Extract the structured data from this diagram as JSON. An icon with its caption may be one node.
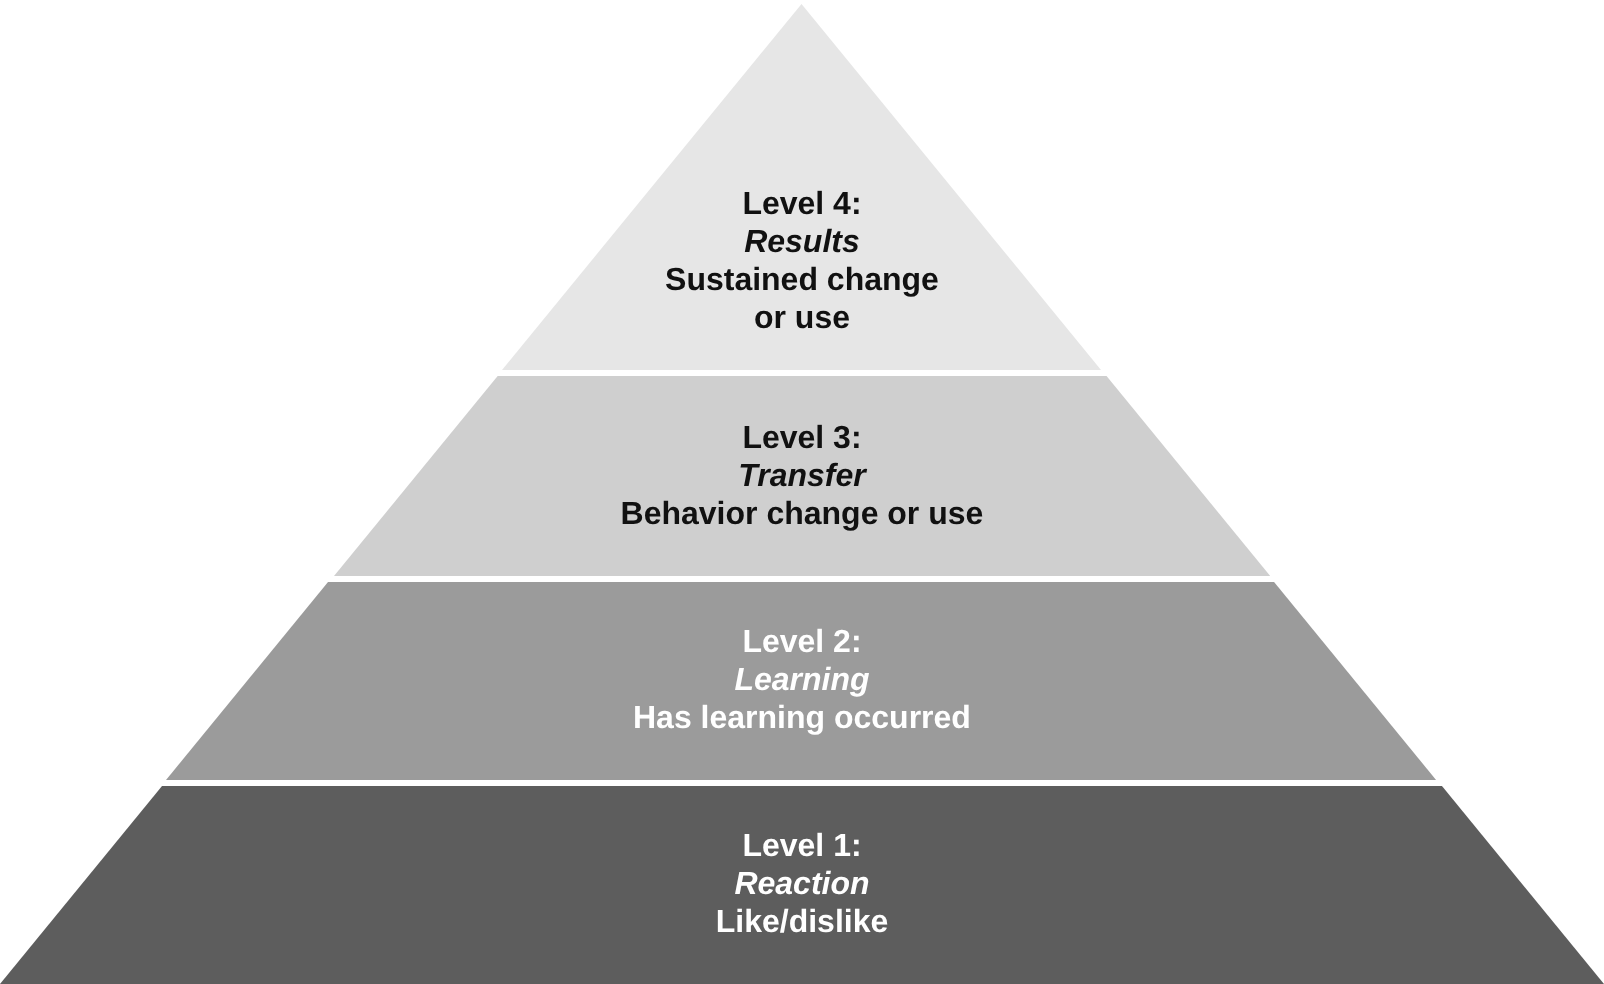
{
  "diagram": {
    "nodes": [
      {
        "text": [
          "Level 4:",
          "Results",
          "Sustained change or use"
        ]
      },
      {
        "text": [
          "Level 3:",
          "Transfer",
          "Behavior change or use"
        ]
      },
      {
        "text": [
          "Level 2:",
          "Learning",
          "Has learning occurred"
        ]
      },
      {
        "text": [
          "Level 1:",
          "Reaction",
          "Like/dislike"
        ]
      }
    ]
  }
}
